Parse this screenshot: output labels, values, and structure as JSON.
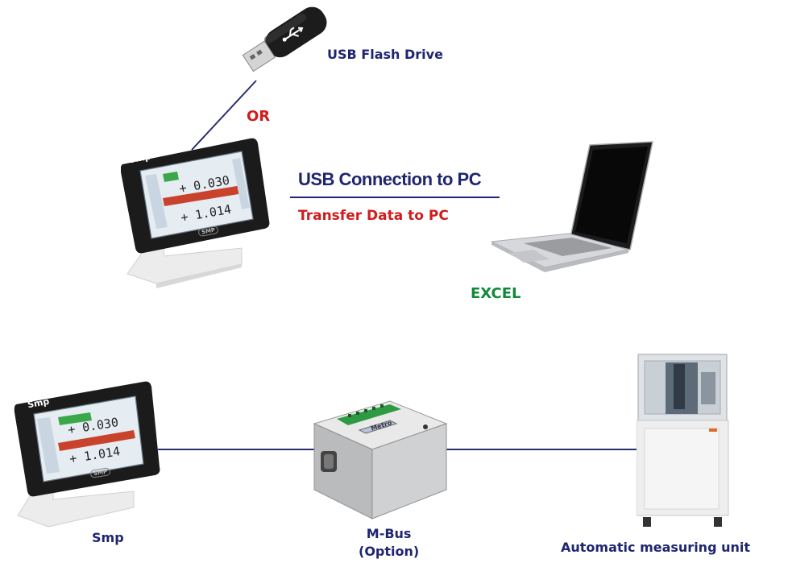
{
  "labels": {
    "usb_flash_drive": "USB Flash Drive",
    "or": "OR",
    "usb_connection": "USB Connection to PC",
    "transfer_data": "Transfer Data to PC",
    "excel": "EXCEL",
    "smp": "Smp",
    "mbus_line1": "M-Bus",
    "mbus_line2": "(Option)",
    "automatic_measuring_unit": "Automatic measuring unit"
  },
  "display": {
    "brand": "Smp",
    "reading1": "+ 0.030",
    "reading2": "+ 1.014",
    "badge": "SMP"
  },
  "mbus_brand": "Metro",
  "colors": {
    "navy": "#1f2670",
    "red": "#d01c1c",
    "green": "#108a3a",
    "bar_green": "#3aa84a",
    "bar_red": "#c8422c"
  }
}
